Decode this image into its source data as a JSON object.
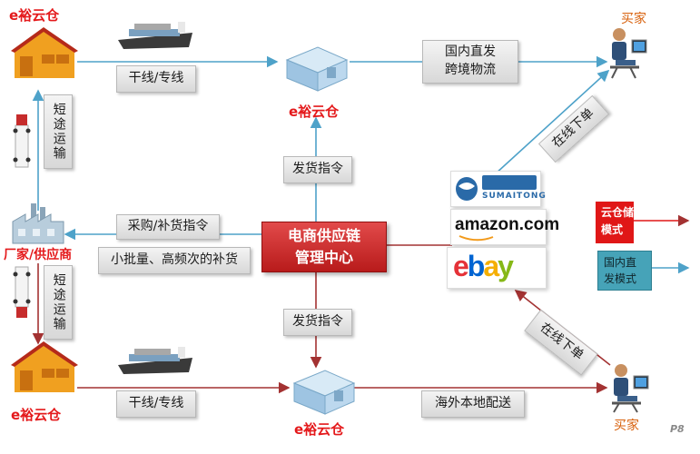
{
  "nodes": {
    "warehouse_top_left": "e裕云仓",
    "warehouse_bottom_left": "e裕云仓",
    "center_top": "e裕云仓",
    "center_bottom": "e裕云仓",
    "factory": "厂家/供应商",
    "buyer_top": "买家",
    "buyer_bottom": "买家",
    "management_center": [
      "电商供应链",
      "管理中心"
    ]
  },
  "links": {
    "trunk_top": "干线/专线",
    "trunk_bottom": "干线/专线",
    "domestic_direct": [
      "国内直发",
      "跨境物流"
    ],
    "short_transport_top": "短途运输",
    "short_transport_bottom": "短途运输",
    "ship_command_top": "发货指令",
    "ship_command_bottom": "发货指令",
    "purchase_command": "采购/补货指令",
    "small_batch": "小批量、高频次的补货",
    "online_order_top": "在线下单",
    "online_order_bottom": "在线下单",
    "overseas_delivery": "海外本地配送"
  },
  "platforms": {
    "sumaitong": "SUMAITONG",
    "amazon": "amazon.com",
    "ebay": [
      "e",
      "b",
      "a",
      "y"
    ]
  },
  "legend": {
    "cloud_storage": [
      "云仓储运",
      "模式"
    ],
    "domestic_direct": [
      "国内直",
      "发模式"
    ]
  },
  "page_mark": "P8",
  "colors": {
    "line_blue": "#4ea2c9",
    "line_red": "#a33232",
    "ebay": [
      "#e53238",
      "#0064d2",
      "#f5af02",
      "#86b817"
    ]
  }
}
